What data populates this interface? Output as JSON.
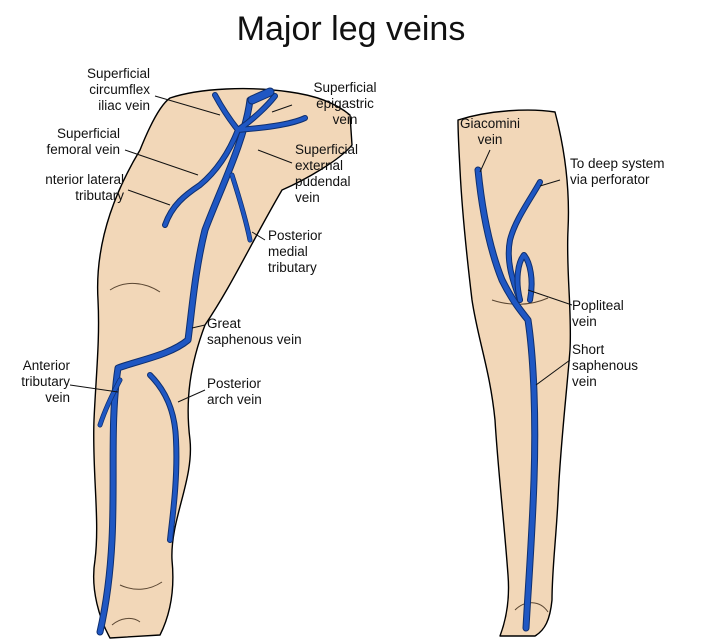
{
  "title": "Major leg veins",
  "colors": {
    "skin": "#f2d7b8",
    "vein": "#1f57c3",
    "outline": "#000000"
  },
  "labels": {
    "superficial_circumflex_iliac_vein": [
      "Superficial",
      "circumflex",
      "iliac vein"
    ],
    "superficial_femoral_vein": [
      "Superficial",
      "femoral vein"
    ],
    "anterior_lateral_tributary": [
      "nterior lateral",
      "tributary"
    ],
    "superficial_epigastric_vein": [
      "Superficial",
      "epigastric",
      "vein"
    ],
    "superficial_external_pudendal_vein": [
      "Superficial",
      "external",
      "pudendal",
      "vein"
    ],
    "posterior_medial_tributary": [
      "Posterior",
      "medial",
      "tributary"
    ],
    "great_saphenous_vein": [
      "Great",
      "saphenous vein"
    ],
    "anterior_tributary_vein": [
      "Anterior",
      "tributary",
      "vein"
    ],
    "posterior_arch_vein": [
      "Posterior",
      "arch vein"
    ],
    "giacomini_vein": [
      "Giacomini",
      "vein"
    ],
    "to_deep_system_via_perforator": [
      "To deep system",
      "via perforator"
    ],
    "popliteal_vein": [
      "Popliteal",
      "vein"
    ],
    "short_saphenous_vein": [
      "Short",
      "saphenous",
      "vein"
    ]
  }
}
